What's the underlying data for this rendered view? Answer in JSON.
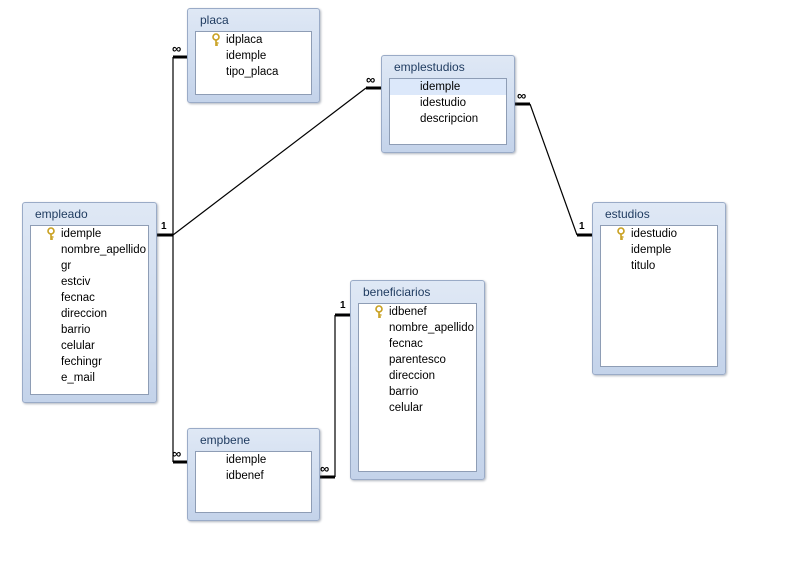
{
  "tables": {
    "placa": {
      "title": "placa",
      "fields": [
        {
          "name": "idplaca",
          "pk": true
        },
        {
          "name": "idemple",
          "pk": false
        },
        {
          "name": "tipo_placa",
          "pk": false
        }
      ]
    },
    "emplestudios": {
      "title": "emplestudios",
      "fields": [
        {
          "name": "idemple",
          "pk": false,
          "selected": true
        },
        {
          "name": "idestudio",
          "pk": false
        },
        {
          "name": "descripcion",
          "pk": false
        }
      ]
    },
    "empleado": {
      "title": "empleado",
      "fields": [
        {
          "name": "idemple",
          "pk": true
        },
        {
          "name": "nombre_apellido",
          "pk": false
        },
        {
          "name": "gr",
          "pk": false
        },
        {
          "name": "estciv",
          "pk": false
        },
        {
          "name": "fecnac",
          "pk": false
        },
        {
          "name": "direccion",
          "pk": false
        },
        {
          "name": "barrio",
          "pk": false
        },
        {
          "name": "celular",
          "pk": false
        },
        {
          "name": "fechingr",
          "pk": false
        },
        {
          "name": "e_mail",
          "pk": false
        }
      ]
    },
    "estudios": {
      "title": "estudios",
      "fields": [
        {
          "name": "idestudio",
          "pk": true
        },
        {
          "name": "idemple",
          "pk": false
        },
        {
          "name": "titulo",
          "pk": false
        }
      ]
    },
    "beneficiarios": {
      "title": "beneficiarios",
      "fields": [
        {
          "name": "idbenef",
          "pk": true
        },
        {
          "name": "nombre_apellido",
          "pk": false
        },
        {
          "name": "fecnac",
          "pk": false
        },
        {
          "name": "parentesco",
          "pk": false
        },
        {
          "name": "direccion",
          "pk": false
        },
        {
          "name": "barrio",
          "pk": false
        },
        {
          "name": "celular",
          "pk": false
        }
      ]
    },
    "empbene": {
      "title": "empbene",
      "fields": [
        {
          "name": "idemple",
          "pk": false
        },
        {
          "name": "idbenef",
          "pk": false
        }
      ]
    }
  },
  "relationships": [
    {
      "from": "empleado",
      "to": "placa",
      "from_label": "1",
      "to_label": "∞"
    },
    {
      "from": "empleado",
      "to": "emplestudios",
      "from_label": "1",
      "to_label": "∞"
    },
    {
      "from": "empleado",
      "to": "empbene",
      "from_label": "1",
      "to_label": "∞"
    },
    {
      "from": "estudios",
      "to": "emplestudios",
      "from_label": "1",
      "to_label": "∞"
    },
    {
      "from": "beneficiarios",
      "to": "empbene",
      "from_label": "1",
      "to_label": "∞"
    }
  ],
  "colors": {
    "title_text": "#1e3a5f",
    "line": "#000000",
    "selected_row": "#dce8fa",
    "key_icon": "#c8a020"
  }
}
